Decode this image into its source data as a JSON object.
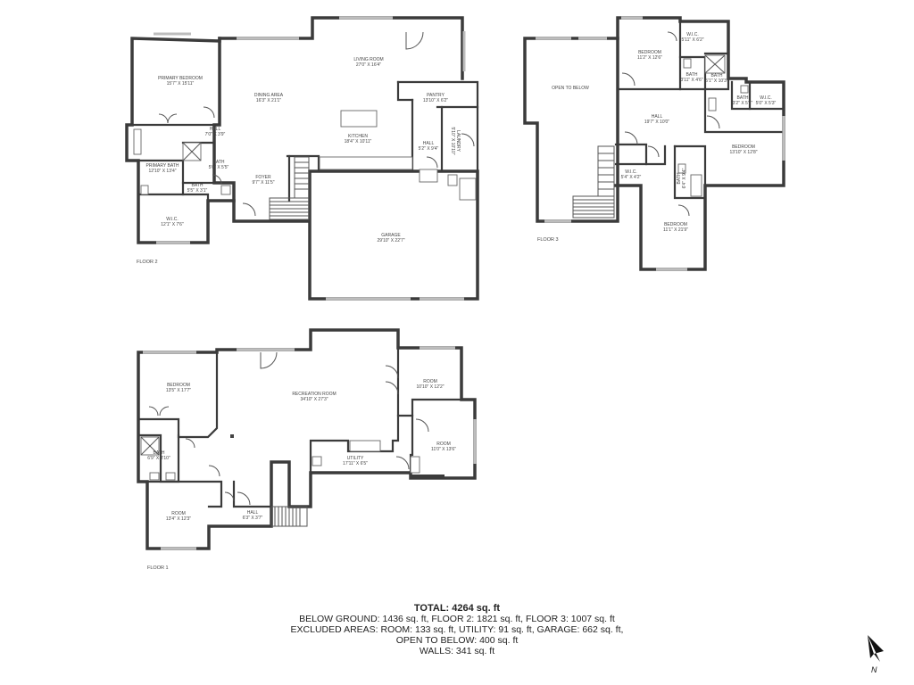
{
  "floors": {
    "floor2": {
      "label": "FLOOR 2",
      "rooms": {
        "primary_bedroom": {
          "name": "PRIMARY BEDROOM",
          "dim": "15'7\" X 15'11\""
        },
        "dining_area": {
          "name": "DINING AREA",
          "dim": "16'3\" X 21'1\""
        },
        "living_room": {
          "name": "LIVING ROOM",
          "dim": "27'0\" X 16'4\""
        },
        "pantry": {
          "name": "PANTRY",
          "dim": "13'10\" X 6'2\""
        },
        "hall_a": {
          "name": "HALL",
          "dim": "7'0\" X 3'9\""
        },
        "kitchen": {
          "name": "KITCHEN",
          "dim": "18'4\" X 10'11\""
        },
        "hall_b": {
          "name": "HALL",
          "dim": "5'2\" X 9'4\""
        },
        "laundry": {
          "name": "LAUNDRY",
          "dim": "5'10\" X 10'10\""
        },
        "primary_bath": {
          "name": "PRIMARY BATH",
          "dim": "12'10\" X 13'4\""
        },
        "bath_a": {
          "name": "BATH",
          "dim": "5'0\" X 5'5\""
        },
        "bath_b": {
          "name": "BATH",
          "dim": "5'5\" X 3'1\""
        },
        "foyer": {
          "name": "FOYER",
          "dim": "9'7\" X 11'5\""
        },
        "wic": {
          "name": "W.I.C.",
          "dim": "12'1\" X 7'6\""
        },
        "garage": {
          "name": "GARAGE",
          "dim": "29'10\" X 22'7\""
        }
      }
    },
    "floor3": {
      "label": "FLOOR 3",
      "rooms": {
        "open_to_below": {
          "name": "OPEN TO BELOW",
          "dim": ""
        },
        "bedroom_a": {
          "name": "BEDROOM",
          "dim": "11'2\" X 12'6\""
        },
        "wic_a": {
          "name": "W.I.C.",
          "dim": "5'11\" X 6'2\""
        },
        "bath_a": {
          "name": "BATH",
          "dim": "3'11\" X 4'6\""
        },
        "bath_b": {
          "name": "BATH",
          "dim": "5'1\" X 10'3\""
        },
        "bath_c": {
          "name": "BATH",
          "dim": "3'2\" X 5'1\""
        },
        "wic_b": {
          "name": "W.I.C.",
          "dim": "5'0\" X 5'3\""
        },
        "hall": {
          "name": "HALL",
          "dim": "19'7\" X 10'0\""
        },
        "bedroom_b": {
          "name": "BEDROOM",
          "dim": "13'10\" X 12'8\""
        },
        "wic_c": {
          "name": "W.I.C.",
          "dim": "5'4\" X 4'2\""
        },
        "bath_d": {
          "name": "BATH",
          "dim": "6'4\" X 9'4\""
        },
        "bedroom_c": {
          "name": "BEDROOM",
          "dim": "11'1\" X 21'9\""
        }
      }
    },
    "floor1": {
      "label": "FLOOR 1",
      "rooms": {
        "bedroom": {
          "name": "BEDROOM",
          "dim": "13'5\" X 17'7\""
        },
        "recreation_room": {
          "name": "RECREATION ROOM",
          "dim": "34'10\" X 27'3\""
        },
        "room_a": {
          "name": "ROOM",
          "dim": "10'10\" X 12'2\""
        },
        "room_b": {
          "name": "ROOM",
          "dim": "11'0\" X 13'6\""
        },
        "bath": {
          "name": "BATH",
          "dim": "6'9\" X 8'10\""
        },
        "utility": {
          "name": "UTILITY",
          "dim": "17'11\" X 6'5\""
        },
        "room_c": {
          "name": "ROOM",
          "dim": "13'4\" X 12'3\""
        },
        "hall": {
          "name": "HALL",
          "dim": "6'3\" X 3'7\""
        }
      }
    }
  },
  "summary": {
    "total": "TOTAL: 4264 sq. ft",
    "line1": "BELOW GROUND: 1436 sq. ft, FLOOR 2: 1821 sq. ft, FLOOR 3: 1007 sq. ft",
    "line2": "EXCLUDED AREAS: ROOM: 133 sq. ft, UTILITY: 91 sq. ft, GARAGE: 662 sq. ft,",
    "line3": "OPEN TO BELOW: 400 sq. ft",
    "line4": "WALLS: 341 sq. ft"
  },
  "compass": {
    "label": "N",
    "icon": "north-arrow-icon"
  }
}
